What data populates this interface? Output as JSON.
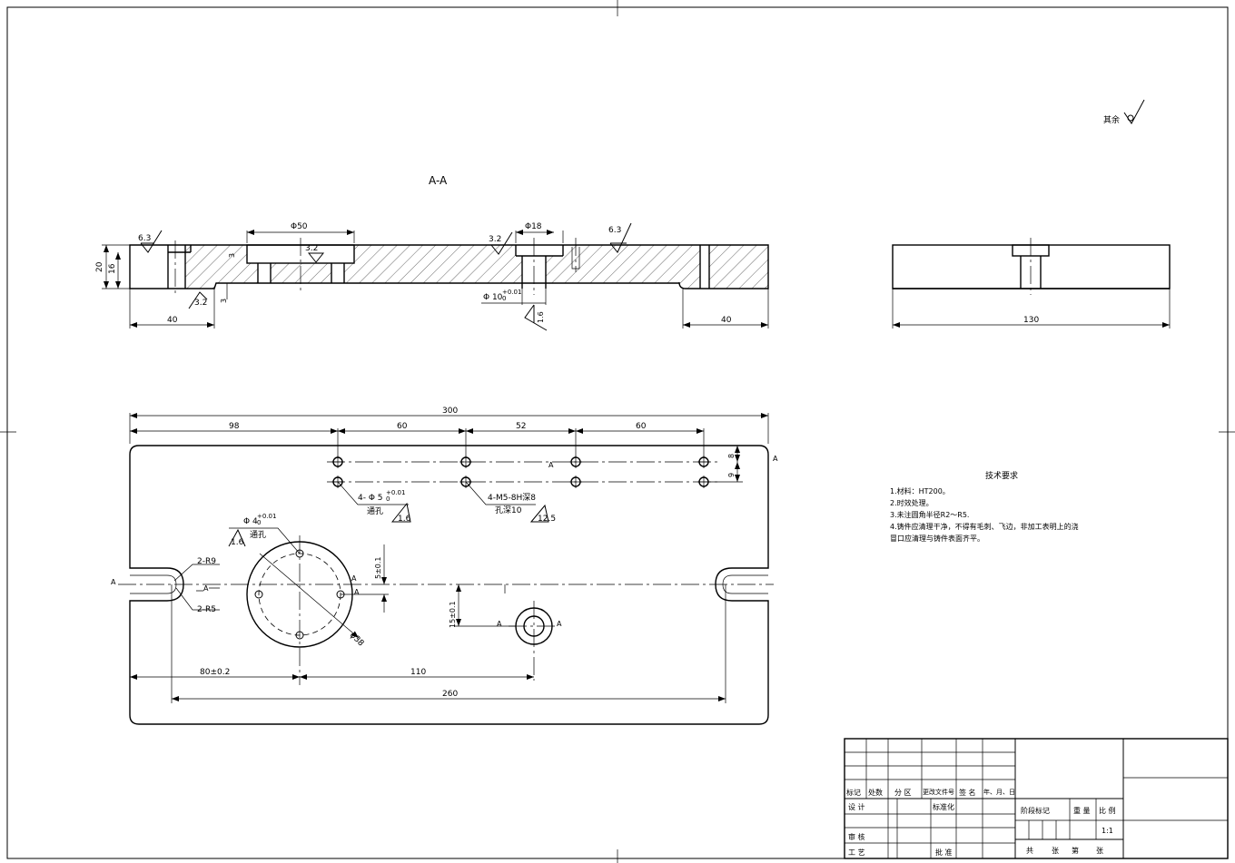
{
  "section_title": "A-A",
  "other_surfaces_label": "其余",
  "section_view": {
    "roughness": [
      "6.3",
      "3.2",
      "3.2",
      "3.2",
      "6.3",
      "1.6"
    ],
    "dims": {
      "dia50": "Φ50",
      "dia18": "Φ18",
      "height20": "20",
      "height16": "16",
      "depth3a": "3",
      "depth3b": "3",
      "left40": "40",
      "right40": "40",
      "dia10": "Φ 10",
      "dia10_tol": "+0.01",
      "dia10_tol_low": "0"
    }
  },
  "side_view": {
    "width": "130"
  },
  "plan_view": {
    "dims": {
      "overall": "300",
      "d98": "98",
      "d60a": "60",
      "d52": "52",
      "d60b": "60",
      "d8": "8",
      "d9": "9",
      "d5": "5±0.1",
      "d15": "15±0.1",
      "d80": "80±0.2",
      "d110": "110",
      "d260": "260",
      "dia38": "φ38"
    },
    "callouts": {
      "holes_phi5": "4- Φ 5",
      "holes_phi5_tol": "+0.01",
      "holes_phi5_tol_low": "0",
      "through": "通孔",
      "rough16": "1.6",
      "m5": "4-M5-8H深8",
      "m5_depth": "孔深10",
      "rough125": "12.5",
      "phi4": "Φ 4",
      "phi4_tol": "+0.01",
      "phi4_tol_low": "0",
      "phi4_rough": "1.6",
      "phi4_through": "通孔",
      "r9": "2-R9",
      "r5": "2-R5"
    },
    "section_marks": [
      "A",
      "A",
      "A",
      "A",
      "A",
      "A",
      "A",
      "A"
    ]
  },
  "tech_requirements": {
    "title": "技术要求",
    "items": [
      "1.材料：HT200。",
      "2.时效处理。",
      "3.未注圆角半径R2～R5.",
      "4.铸件应清理干净，不得有毛刺、飞边，非加工表明上的浇",
      "冒口应清理与铸件表面齐平。"
    ]
  },
  "title_block": {
    "headers": [
      "标记",
      "处数",
      "分 区",
      "更改文件号",
      "签 名",
      "年、月、日"
    ],
    "row_design": "设 计",
    "row_standard": "标准化",
    "row_check": "审 核",
    "row_process": "工 艺",
    "row_approve": "批 准",
    "stage_label": "阶段标记",
    "weight_label": "重 量",
    "scale_label": "比 例",
    "scale_value": "1:1",
    "sheets_total": "共",
    "sheets_unit": "张",
    "sheet_no": "第",
    "sheet_unit2": "张"
  }
}
